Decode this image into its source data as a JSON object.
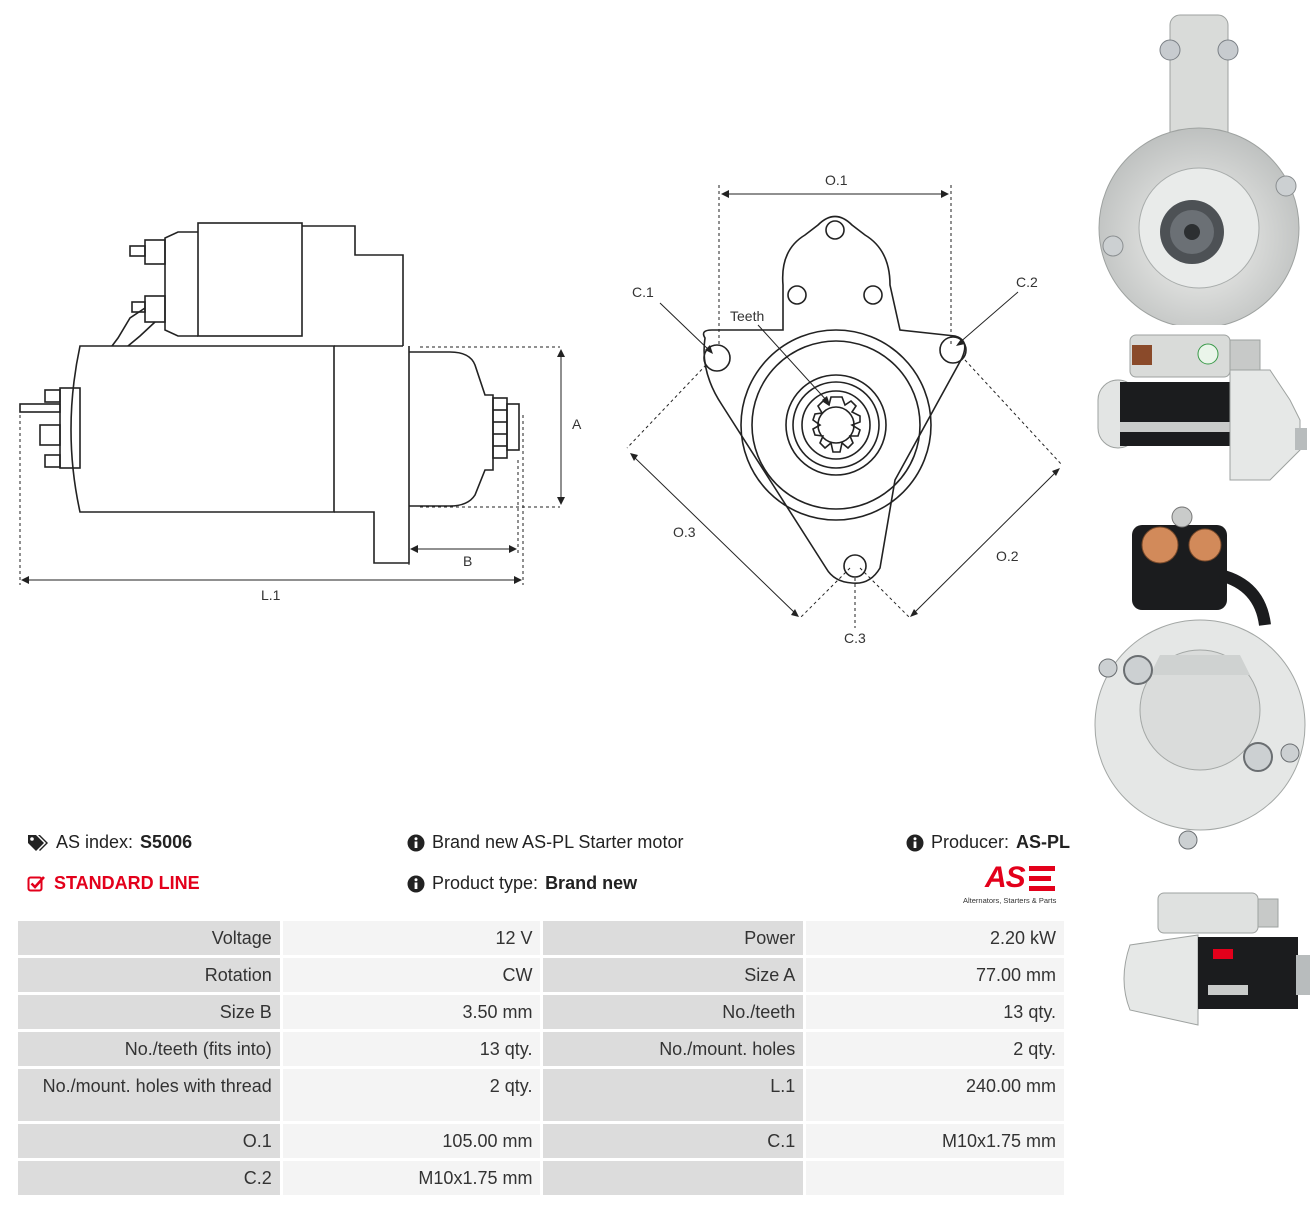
{
  "diagram": {
    "side_labels": {
      "A": "A",
      "B": "B",
      "L1": "L.1"
    },
    "front_labels": {
      "O1": "O.1",
      "O2": "O.2",
      "O3": "O.3",
      "C1": "C.1",
      "C2": "C.2",
      "C3": "C.3",
      "teeth": "Teeth"
    }
  },
  "info": {
    "as_index_label": "AS index:",
    "as_index_value": "S5006",
    "standard_line": "STANDARD LINE",
    "description": "Brand new AS-PL Starter motor",
    "product_type_label": "Product type:",
    "product_type_value": "Brand new",
    "producer_label": "Producer:",
    "producer_value": "AS-PL"
  },
  "logo": {
    "text": "AS",
    "tagline": "Alternators, Starters & Parts",
    "color": "#e3001b"
  },
  "icons": {
    "tag": "tags-icon",
    "check": "check-square-icon",
    "info": "info-circle-icon"
  },
  "specs": [
    {
      "l1": "Voltage",
      "v1": "12 V",
      "l2": "Power",
      "v2": "2.20 kW"
    },
    {
      "l1": "Rotation",
      "v1": "CW",
      "l2": "Size A",
      "v2": "77.00 mm"
    },
    {
      "l1": "Size B",
      "v1": "3.50 mm",
      "l2": "No./teeth",
      "v2": "13 qty."
    },
    {
      "l1": "No./teeth (fits into)",
      "v1": "13 qty.",
      "l2": "No./mount. holes",
      "v2": "2 qty."
    },
    {
      "l1": "No./mount. holes with thread",
      "v1": "2 qty.",
      "l2": "L.1",
      "v2": "240.00 mm"
    },
    {
      "l1": "O.1",
      "v1": "105.00 mm",
      "l2": "C.1",
      "v2": "M10x1.75 mm"
    },
    {
      "l1": "C.2",
      "v1": "M10x1.75 mm",
      "l2": "",
      "v2": ""
    }
  ]
}
